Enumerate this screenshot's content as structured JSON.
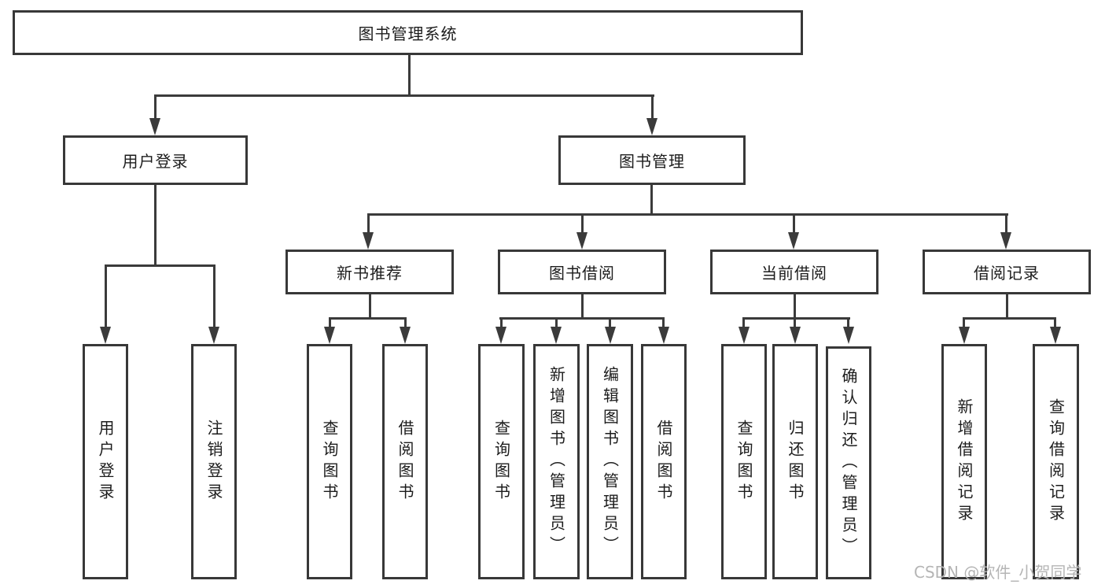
{
  "colors": {
    "line": "#3b3b3b",
    "border": "#383838",
    "fill": "#ffffff",
    "text": "#1c1c1c",
    "watermark": "#b5b5b5"
  },
  "watermark": {
    "text": "CSDN @软件_小贺同学"
  },
  "tree": {
    "root": {
      "label": "图书管理系统"
    },
    "branches": [
      {
        "label": "用户登录",
        "children": [
          {
            "label": "用户登录"
          },
          {
            "label": "注销登录"
          }
        ]
      },
      {
        "label": "图书管理",
        "children": [
          {
            "label": "新书推荐",
            "children": [
              {
                "label": "查询图书"
              },
              {
                "label": "借阅图书"
              }
            ]
          },
          {
            "label": "图书借阅",
            "children": [
              {
                "label": "查询图书"
              },
              {
                "label": "新增图书（管理员）"
              },
              {
                "label": "编辑图书（管理员）"
              },
              {
                "label": "借阅图书"
              }
            ]
          },
          {
            "label": "当前借阅",
            "children": [
              {
                "label": "查询图书"
              },
              {
                "label": "归还图书"
              },
              {
                "label": "确认归还（管理员）"
              }
            ]
          },
          {
            "label": "借阅记录",
            "children": [
              {
                "label": "新增借阅记录"
              },
              {
                "label": "查询借阅记录"
              }
            ]
          }
        ]
      }
    ]
  }
}
